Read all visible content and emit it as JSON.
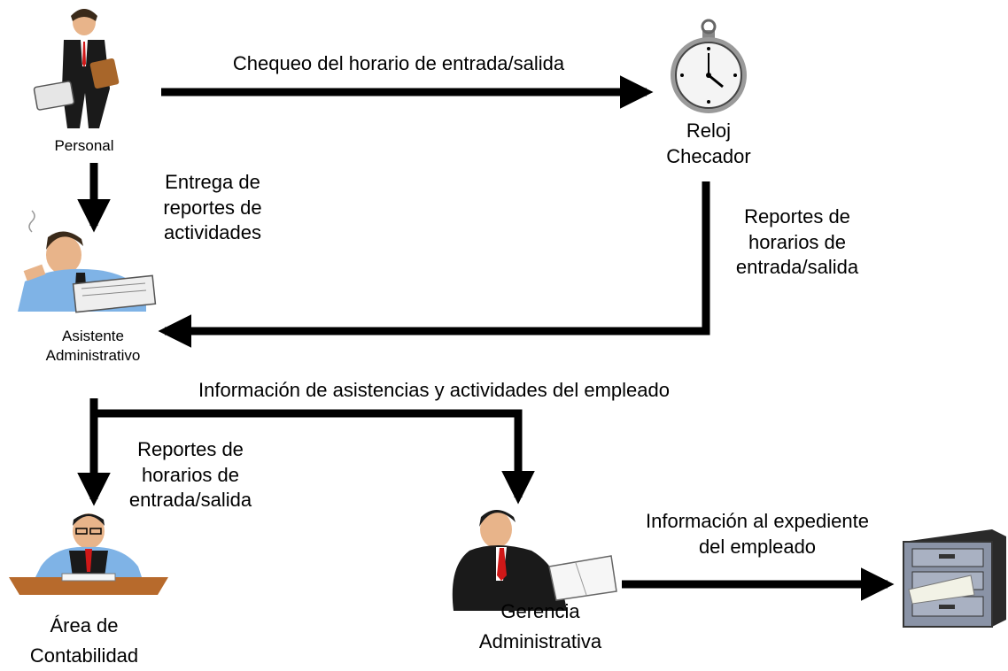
{
  "nodes": {
    "personal": {
      "label": "Personal",
      "icon": "businessman-briefcase-icon"
    },
    "reloj": {
      "label_line1": "Reloj",
      "label_line2": "Checador",
      "icon": "stopwatch-icon"
    },
    "asistente": {
      "label_line1": "Asistente",
      "label_line2": "Administrativo",
      "icon": "clerk-reading-icon"
    },
    "contabilidad": {
      "label_line1": "Área de",
      "label_line2": "Contabilidad",
      "icon": "accountant-desk-icon"
    },
    "gerencia": {
      "label_line1": "Gerencia",
      "label_line2": "Administrativa",
      "icon": "manager-reading-icon"
    },
    "archivo": {
      "icon": "filing-cabinet-icon"
    }
  },
  "edges": {
    "personal_to_reloj": "Chequeo del horario de entrada/salida",
    "personal_to_asistente": {
      "line1": "Entrega de",
      "line2": "reportes de",
      "line3": "actividades"
    },
    "reloj_to_asistente": {
      "line1": "Reportes de",
      "line2": "horarios de",
      "line3": "entrada/salida"
    },
    "asistente_split": "Información de asistencias y actividades del empleado",
    "to_contabilidad": {
      "line1": "Reportes de",
      "line2": "horarios de",
      "line3": "entrada/salida"
    },
    "gerencia_to_archivo": {
      "line1": "Información al expediente",
      "line2": "del empleado"
    }
  },
  "colors": {
    "arrow": "#000000",
    "suit": "#1a1a1a",
    "shirt": "#7fb3e6",
    "tie": "#d01818",
    "skin": "#e8b48a",
    "cabinet": "#8a93a6"
  }
}
